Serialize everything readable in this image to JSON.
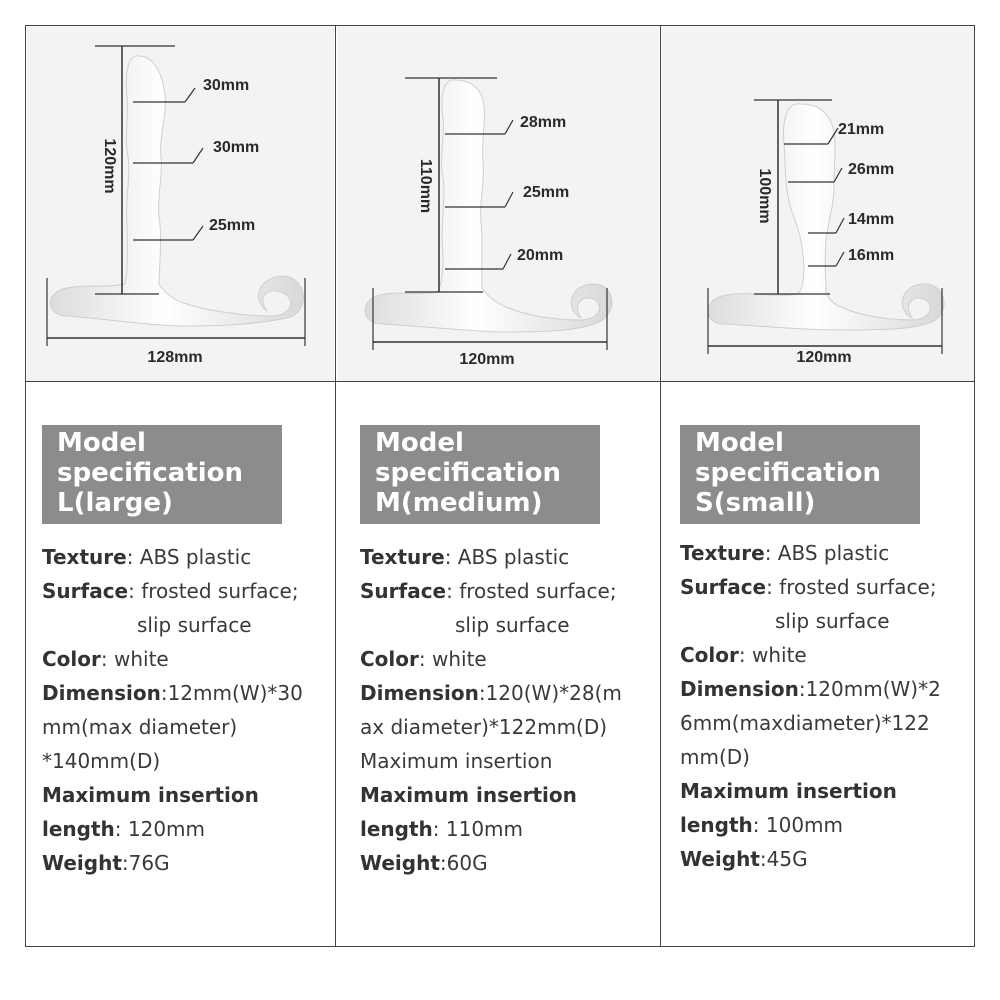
{
  "panels": [
    {
      "image": {
        "length_label": "120mm",
        "width_label": "128mm",
        "diameter_labels": [
          "30mm",
          "30mm",
          "25mm"
        ]
      },
      "badge": [
        "Model",
        "specification",
        "L(large)"
      ],
      "specs": {
        "texture_key": "Texture",
        "texture_val": ": ABS plastic",
        "surface_key": "Surface",
        "surface_val": ": frosted surface;",
        "surface_val2": "slip surface",
        "color_key": "Color",
        "color_val": ": white",
        "dimension_key": "Dimension",
        "dimension_lines": [
          ":12mm(W)*30",
          "mm(max diameter)",
          "*140mm(D)"
        ],
        "insertion_key_1": "Maximum insertion",
        "insertion_key_2": "length",
        "insertion_val": ": 120mm",
        "weight_key": "Weight",
        "weight_val": ":76G"
      }
    },
    {
      "image": {
        "length_label": "110mm",
        "width_label": "120mm",
        "diameter_labels": [
          "28mm",
          "25mm",
          "20mm"
        ]
      },
      "badge": [
        "Model",
        "specification",
        "M(medium)"
      ],
      "specs": {
        "texture_key": "Texture",
        "texture_val": ": ABS plastic",
        "surface_key": "Surface",
        "surface_val": ": frosted surface;",
        "surface_val2": "slip surface",
        "color_key": "Color",
        "color_val": ": white",
        "dimension_key": "Dimension",
        "dimension_lines": [
          ":120(W)*28(m",
          "ax diameter)*122mm(D)",
          "Maximum insertion"
        ],
        "insertion_key_1": "Maximum insertion",
        "insertion_key_2": "length",
        "insertion_val": ": 110mm",
        "weight_key": "Weight",
        "weight_val": ":60G"
      }
    },
    {
      "image": {
        "length_label": "100mm",
        "width_label": "120mm",
        "diameter_labels": [
          "21mm",
          "26mm",
          "14mm",
          "16mm"
        ]
      },
      "badge": [
        "Model",
        "specification",
        "S(small)"
      ],
      "specs": {
        "texture_key": "Texture",
        "texture_val": ": ABS plastic",
        "surface_key": "Surface",
        "surface_val": ": frosted surface;",
        "surface_val2": "slip surface",
        "color_key": "Color",
        "color_val": ": white",
        "dimension_key": "Dimension",
        "dimension_lines": [
          ":120mm(W)*2",
          "6mm(maxdiameter)*122",
          "mm(D)"
        ],
        "insertion_key_1": "Maximum insertion",
        "insertion_key_2": "length",
        "insertion_val": ": 100mm",
        "weight_key": "Weight",
        "weight_val": ":45G"
      }
    }
  ]
}
